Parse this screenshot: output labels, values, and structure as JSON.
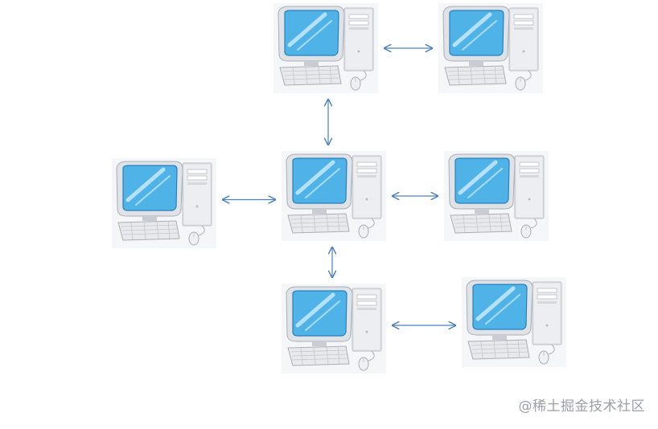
{
  "diagram": {
    "nodes": [
      {
        "id": "top-left"
      },
      {
        "id": "top-right"
      },
      {
        "id": "middle-left"
      },
      {
        "id": "center"
      },
      {
        "id": "middle-right"
      },
      {
        "id": "bottom-left"
      },
      {
        "id": "bottom-right"
      }
    ],
    "links": [
      {
        "from": "top-left",
        "to": "top-right",
        "direction": "both"
      },
      {
        "from": "top-left",
        "to": "center",
        "direction": "both"
      },
      {
        "from": "middle-left",
        "to": "center",
        "direction": "both"
      },
      {
        "from": "center",
        "to": "middle-right",
        "direction": "both"
      },
      {
        "from": "center",
        "to": "bottom-left",
        "direction": "both"
      },
      {
        "from": "bottom-left",
        "to": "bottom-right",
        "direction": "both"
      }
    ],
    "colors": {
      "screen": "#4fb3e8",
      "case": "#e4e6ea",
      "arrow": "#4a7fc1"
    },
    "icon": "desktop-computer-icon"
  },
  "watermark": "@稀土掘金技术社区"
}
